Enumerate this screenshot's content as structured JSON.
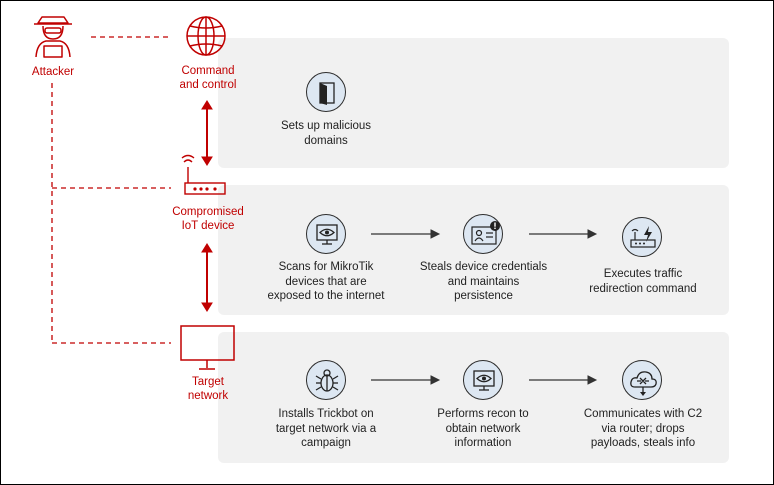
{
  "actors": {
    "attacker": "Attacker",
    "c2_line1": "Command",
    "c2_line2": "and control",
    "iot_line1": "Compromised",
    "iot_line2": "IoT device",
    "target_line1": "Target",
    "target_line2": "network"
  },
  "c2_row": {
    "step1": [
      "Sets up malicious",
      "domains"
    ]
  },
  "iot_row": {
    "step1": [
      "Scans for MikroTik",
      "devices that are",
      "exposed to the internet"
    ],
    "step2": [
      "Steals device credentials",
      "and maintains",
      "persistence"
    ],
    "step3": [
      "Executes traffic",
      "redirection  command"
    ]
  },
  "target_row": {
    "step1": [
      "Installs Trickbot on",
      "target network via a",
      "campaign"
    ],
    "step2": [
      "Performs recon to",
      "obtain network",
      "information"
    ],
    "step3": [
      "Communicates with C2",
      "via router; drops",
      "payloads, steals info"
    ]
  },
  "colors": {
    "accent_red": "#c00000",
    "panel_gray": "#f1f1f1",
    "icon_fill": "#dde7f2",
    "arrow_dark": "#333333"
  },
  "icons": [
    "hacker-icon",
    "globe-icon",
    "router-icon",
    "monitor-icon",
    "door-icon",
    "eye-screen-icon",
    "id-card-alert-icon",
    "router-bolt-icon",
    "bug-icon",
    "cloud-download-icon"
  ]
}
